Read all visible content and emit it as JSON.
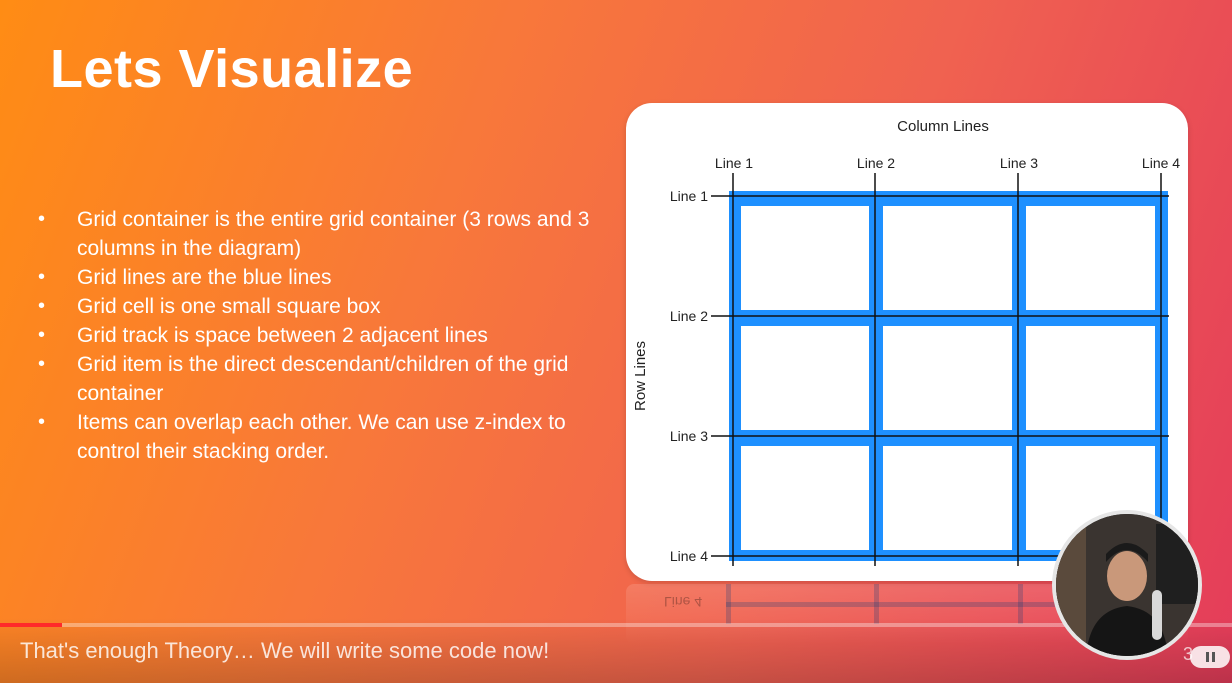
{
  "slide": {
    "title": "Lets Visualize",
    "bullets": [
      "Grid container is the entire grid container (3 rows and 3 columns in the diagram)",
      "Grid lines are the blue lines",
      "Grid cell is one small square box",
      "Grid track is space between 2 adjacent lines",
      "Grid item is the direct descendant/children of the grid container",
      "Items can overlap each other. We can use z-index to control their stacking order."
    ],
    "bullet_symbol": "•"
  },
  "diagram": {
    "column_lines_label": "Column Lines",
    "row_lines_label": "Row Lines",
    "column_line_labels": [
      "Line 1",
      "Line 2",
      "Line 3",
      "Line 4"
    ],
    "row_line_labels": [
      "Line 1",
      "Line 2",
      "Line 3",
      "Line 4"
    ],
    "reflection_text": "Line 4",
    "grid_color": "#1e90ff",
    "cell_color": "#ffffff",
    "rows": 3,
    "columns": 3
  },
  "player": {
    "caption": "That's enough Theory… We will write some code now!",
    "progress": 0.05,
    "progress_color": "#ff2a2a",
    "page_indicator": "3"
  }
}
